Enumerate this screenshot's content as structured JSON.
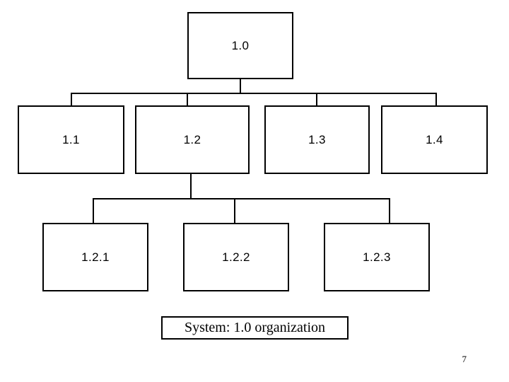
{
  "diagram": {
    "title_caption": "System: 1.0 organization",
    "page_number": "7",
    "line_color": "#000000",
    "box_fill": "#ffffff",
    "nodes": {
      "root": {
        "label": "1.0"
      },
      "level2": [
        {
          "label": "1.1"
        },
        {
          "label": "1.2"
        },
        {
          "label": "1.3"
        },
        {
          "label": "1.4"
        }
      ],
      "level3": [
        {
          "label": "1.2.1"
        },
        {
          "label": "1.2.2"
        },
        {
          "label": "1.2.3"
        }
      ]
    }
  }
}
